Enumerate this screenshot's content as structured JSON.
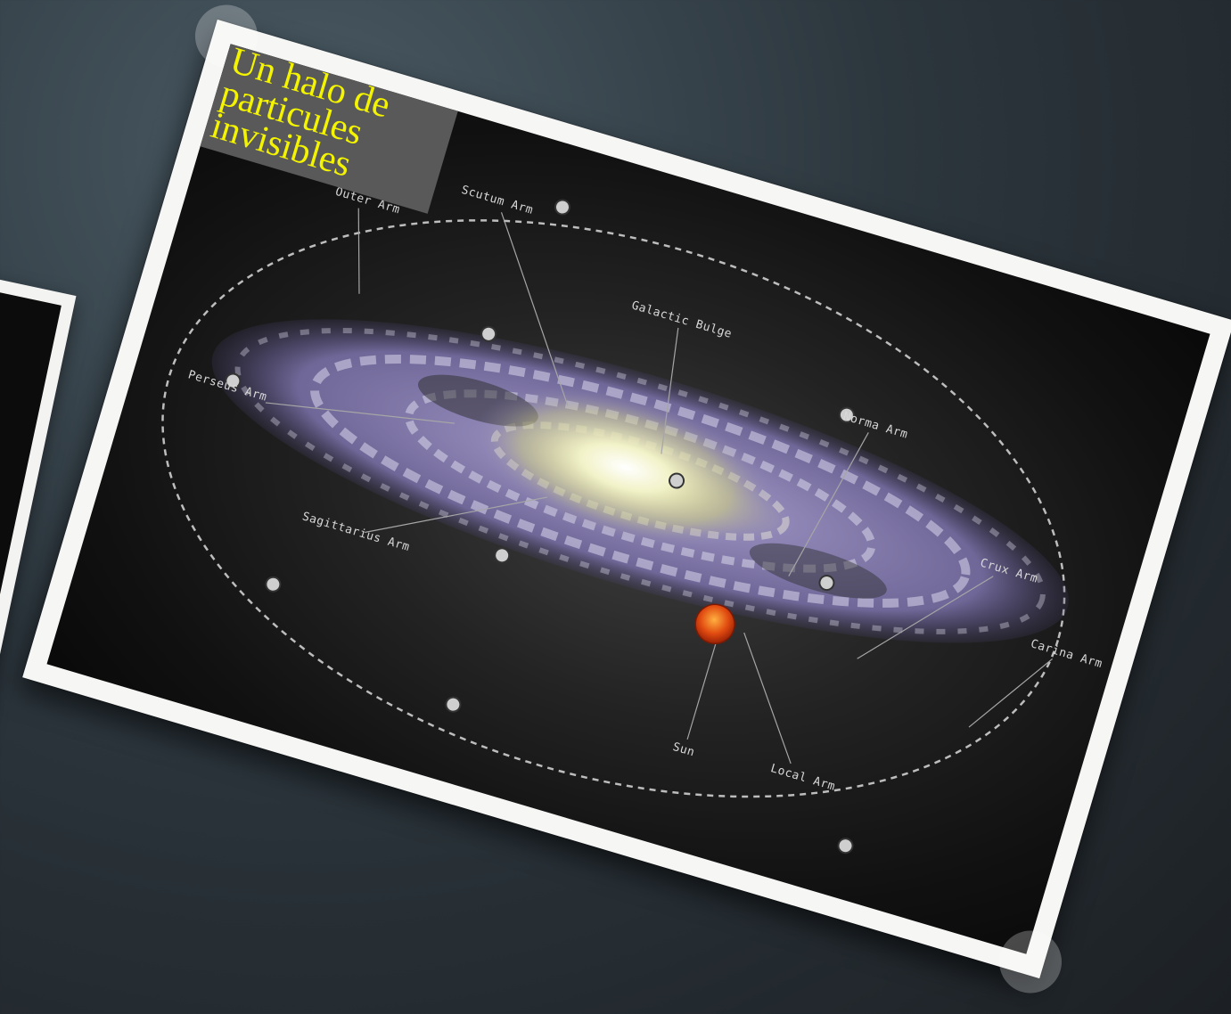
{
  "title": "Un halo de particules invisibles",
  "labels": {
    "scutum": "Scutum Arm",
    "outer": "Outer Arm",
    "bulge": "Galactic Bulge",
    "norma": "Norma Arm",
    "crux": "Crux Arm",
    "carina": "Carina Arm",
    "perseus": "Perseus Arm",
    "sagittarius": "Sagittarius Arm",
    "sun": "Sun",
    "local": "Local Arm"
  },
  "colors": {
    "title_text": "#f4f400",
    "title_bg": "#595959",
    "galaxy_arm": "#8f86b6",
    "bulge": "#f2f2c8",
    "sun": "#e04a10"
  }
}
